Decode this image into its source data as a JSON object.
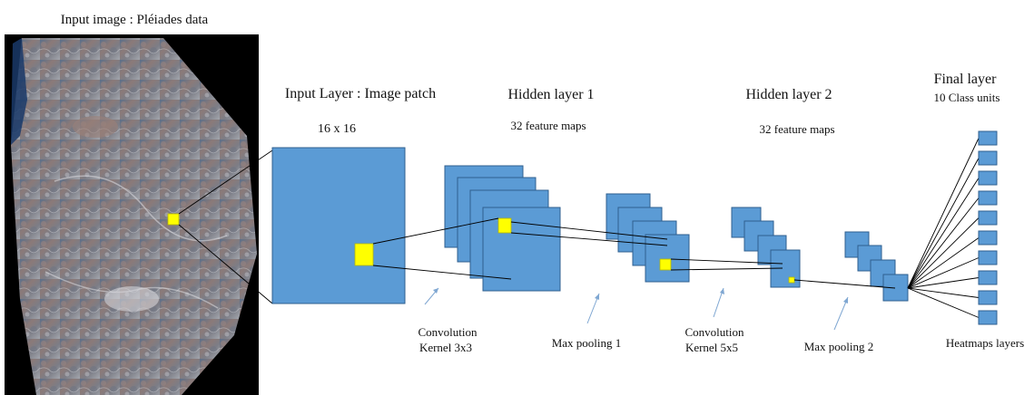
{
  "input_image": {
    "title": "Input image : Pléiades data"
  },
  "input_layer": {
    "title": "Input Layer : Image patch",
    "size": "16 x 16"
  },
  "hidden_layer_1": {
    "title": "Hidden  layer 1",
    "maps": "32 feature maps"
  },
  "hidden_layer_2": {
    "title": "Hidden  layer 2",
    "maps": "32 feature maps"
  },
  "final_layer": {
    "title": "Final layer",
    "units": "10  Class units",
    "bottom_label": "Heatmaps layers",
    "unit_count": 10
  },
  "operations": {
    "conv1": [
      "Convolution",
      "Kernel 3x3"
    ],
    "pool1": "Max pooling 1",
    "conv2": [
      "Convolution",
      "Kernel 5x5"
    ],
    "pool2": "Max pooling 2"
  },
  "colors": {
    "layer_fill": "#5b9bd5",
    "highlight": "#ffff00",
    "arrow": "#7fa7d2",
    "background": "#ffffff"
  }
}
